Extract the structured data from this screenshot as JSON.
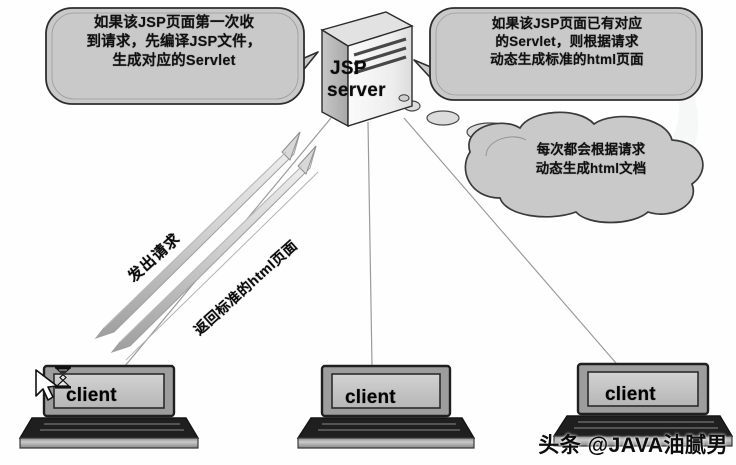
{
  "diagram": {
    "title": "JSP server request handling diagram",
    "server": {
      "name": "jsp-server",
      "label_line1": "JSP",
      "label_line2": "server"
    },
    "bubbles": [
      {
        "id": "first-request",
        "shape": "speech",
        "text": "如果该JSP页面第一次收\n到请求，先编译JSP文件，\n生成对应的Servlet"
      },
      {
        "id": "existing-servlet",
        "shape": "speech",
        "text": "如果该JSP页面已有对应\n的Servlet，则根据请求\n动态生成标准的html页面"
      },
      {
        "id": "every-request",
        "shape": "cloud",
        "text": "每次都会根据请求\n动态生成html文档"
      }
    ],
    "arrows": [
      {
        "id": "request",
        "caption": "发出请求",
        "direction": "client-to-server"
      },
      {
        "id": "response",
        "caption": "返回标准的html页面",
        "direction": "server-to-client"
      }
    ],
    "clients": [
      {
        "id": "client-left",
        "label": "client"
      },
      {
        "id": "client-center",
        "label": "client"
      },
      {
        "id": "client-right",
        "label": "client"
      }
    ],
    "cursor": {
      "name": "pointer-busy-cursor",
      "state": "busy"
    },
    "watermark": {
      "text": "头条 @JAVA油腻男"
    },
    "colors": {
      "bubble_fill": "#c9c9c9",
      "bubble_stroke": "#2b2b2b",
      "server_fill": "#f2f2f2",
      "server_shade": "#b9b9b9",
      "screen_fill": "#c6c6c6",
      "body_dark": "#1c1c1c",
      "line": "#8d8d8d",
      "text": "#101010",
      "page_bg": "#ffffff"
    }
  }
}
